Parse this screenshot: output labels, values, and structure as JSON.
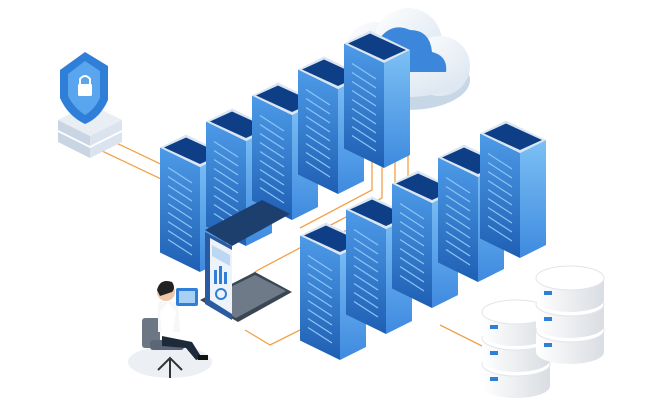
{
  "illustration": {
    "style": "isometric",
    "elements": [
      "security-shield-icon",
      "cloud-icon",
      "server-rack-row-back",
      "server-rack-row-front",
      "database-cylinder-left",
      "database-cylinder-right",
      "laptop-dashboard",
      "person-at-desk",
      "connection-lines"
    ],
    "colors": {
      "background": "#ffffff",
      "server_blue": "#2f7fd8",
      "server_dark": "#1f5fb3",
      "server_light": "#6cb2f0",
      "server_top": "#0e3f86",
      "cloud": "#e6eef6",
      "cloud_accent": "#4a8fe0",
      "connector": "#f2a24a",
      "db_white": "#f2f4f6",
      "db_accent": "#7dbb3b",
      "chair": "#5b6776"
    }
  }
}
